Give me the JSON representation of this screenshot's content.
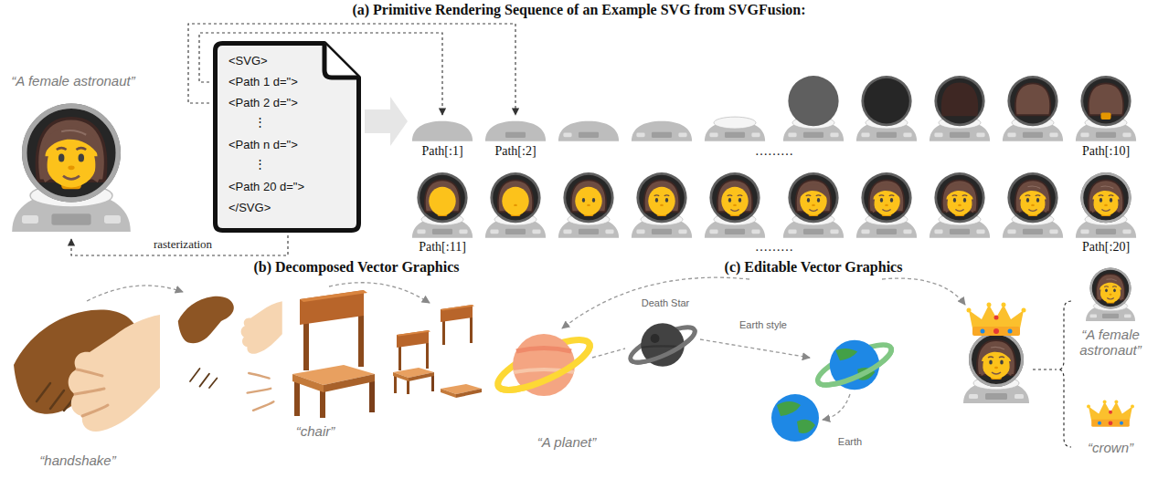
{
  "diagram": {
    "title": "(a) Primitive Rendering Sequence of an Example SVG from SVGFusion:",
    "nodes": [
      {
        "text": [
          "<SVG>",
          "<Path 1 d=\">",
          "<Path 2 d=\">",
          "⋮",
          "<Path n d=\">",
          "⋮",
          "<Path 20 d=\">",
          "</SVG>"
        ]
      }
    ],
    "labels": [
      "“A female astronaut”",
      "rasterization",
      "Path[:1]",
      "Path[:2]",
      "………",
      "Path[:10]",
      "Path[:11]",
      "………",
      "Path[:20]",
      "(b) Decomposed Vector Graphics",
      "(c) Editable Vector Graphics",
      "“handshake”",
      "“chair”",
      "Death Star",
      "Earth style",
      "“A planet”",
      "Earth",
      "“A female astronaut”",
      "“crown”"
    ]
  }
}
